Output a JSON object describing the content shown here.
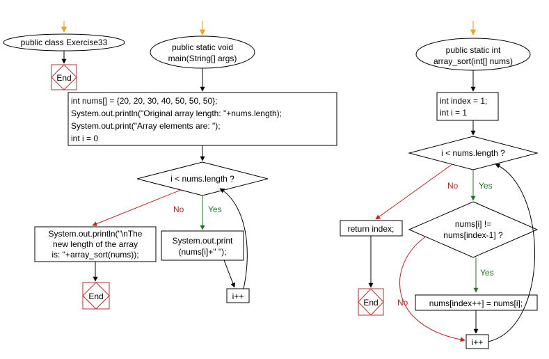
{
  "colors": {
    "yes": "#1c7a1c",
    "no": "#cc1f1f",
    "start_arrow": "#f2a51b",
    "end_box_border": "#b5302c",
    "line": "#000000"
  },
  "class_block": {
    "title": "public class Exercise33",
    "end": "End"
  },
  "main_block": {
    "title": [
      "public static void",
      "main(String[] args)"
    ],
    "init": [
      "int nums[] = {20, 20, 30, 40, 50, 50, 50};",
      "System.out.println(\"Original array length: \"+nums.length);",
      "System.out.print(\"Array elements are: \");",
      "int i = 0"
    ],
    "condition": "i < nums.length ?",
    "yes_label": "Yes",
    "no_label": "No",
    "print_element": [
      "System.out.print",
      "(nums[i]+\" \");"
    ],
    "print_result": [
      "System.out.println(\"\\nThe",
      "new length of the array",
      "is: \"+array_sort(nums));"
    ],
    "increment": "i++",
    "end": "End"
  },
  "sort_block": {
    "title": [
      "public static int",
      "array_sort(int[] nums)"
    ],
    "init": [
      "int index = 1;",
      "int i = 1"
    ],
    "condition": "i < nums.length ?",
    "yes_label": "Yes",
    "no_label": "No",
    "return_stmt": "return index;",
    "inner_condition": [
      "nums[i] !=",
      "nums[index-1] ?"
    ],
    "inner_yes_label": "Yes",
    "inner_no_label": "No",
    "assign": "nums[index++] = nums[i];",
    "increment": "i++",
    "end": "End"
  }
}
